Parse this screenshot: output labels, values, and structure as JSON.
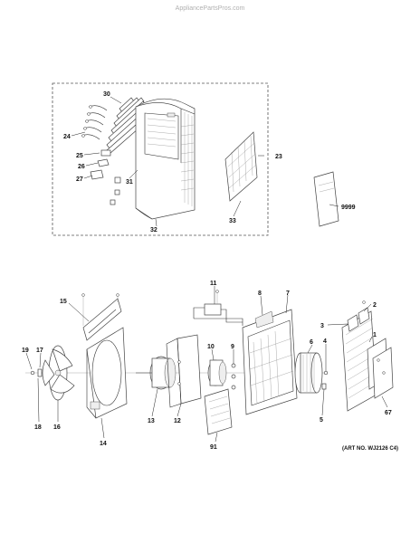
{
  "watermark": "AppliancePartsPros.com",
  "art_number": "(ART NO. WJ2126 C4)",
  "callouts": {
    "c30": "30",
    "c24": "24",
    "c25": "25",
    "c26": "26",
    "c27": "27",
    "c31": "31",
    "c32": "32",
    "c33": "33",
    "c23": "23",
    "c9999": "9999",
    "c15": "15",
    "c11": "11",
    "c8": "8",
    "c7": "7",
    "c2": "2",
    "c3": "3",
    "c1": "1",
    "c19": "19",
    "c17": "17",
    "c18": "18",
    "c16": "16",
    "c14": "14",
    "c13": "13",
    "c12": "12",
    "c10": "10",
    "c9": "9",
    "c6": "6",
    "c4": "4",
    "c5": "5",
    "c91": "91",
    "c67": "67"
  }
}
